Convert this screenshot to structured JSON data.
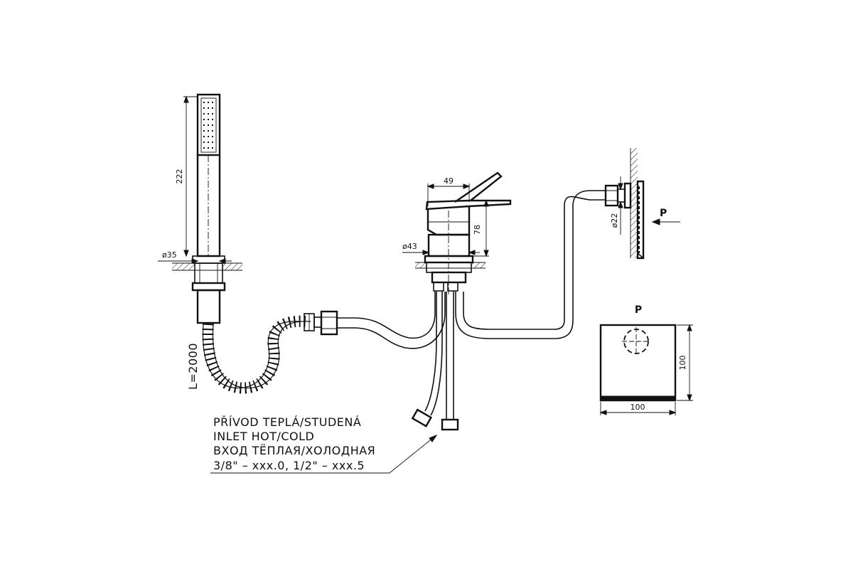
{
  "dimensions": {
    "handshower_length": "222",
    "handshower_diameter": "ø35",
    "hose_length": "L=2000",
    "lever_width": "49",
    "body_height": "78",
    "body_diameter": "ø43",
    "wall_diameter": "ø22",
    "plate_height": "100",
    "plate_width": "100"
  },
  "views": {
    "arrow_label": "P",
    "plate_label": "P"
  },
  "inlet_note": {
    "line1": "PŘÍVOD TEPLÁ/STUDENÁ",
    "line2": "INLET HOT/COLD",
    "line3": "ВХОД ТЁПЛАЯ/ХОЛОДНАЯ",
    "line4": "3/8\" – xxx.0, 1/2\" – xxx.5"
  }
}
